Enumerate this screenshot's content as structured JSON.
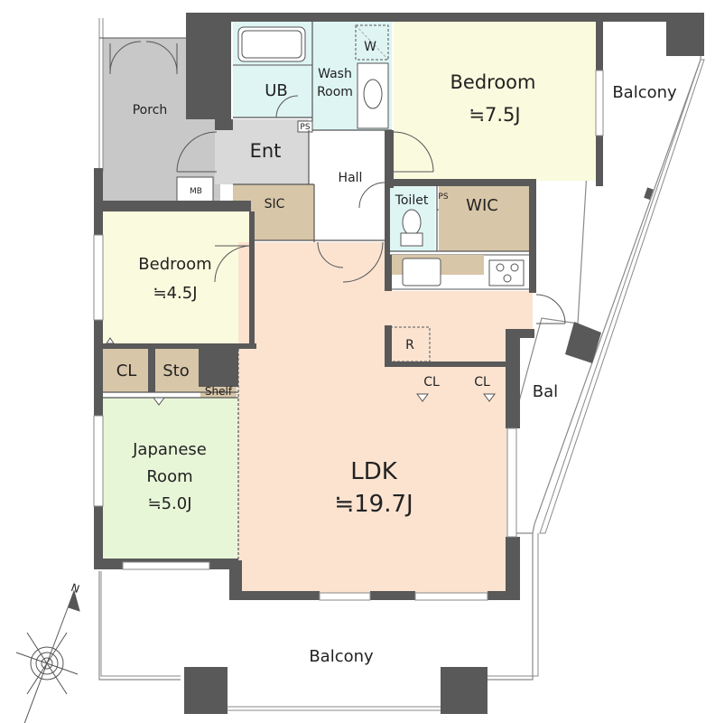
{
  "colors": {
    "wall": "#595959",
    "bedroom": "#fafade",
    "japanese_room": "#e8f6d8",
    "ldk": "#fbe3d0",
    "wet_area": "#def5f3",
    "storage": "#d8c6a8",
    "porch": "#c8c8c8",
    "entry": "#d9d9d9",
    "balcony_outline": "#8a8a8a"
  },
  "rooms": {
    "porch": "Porch",
    "mb": "MB",
    "ub": "UB",
    "wash_line1": "Wash",
    "wash_line2": "Room",
    "w": "W",
    "ps1": "PS",
    "ent": "Ent",
    "hall": "Hall",
    "sic": "SIC",
    "toilet": "Toilet",
    "ps2": "PS",
    "wic": "WIC",
    "bedroom_large": "Bedroom",
    "bedroom_large_size": "≒7.5J",
    "bedroom_small": "Bedroom",
    "bedroom_small_size": "≒4.5J",
    "cl1": "CL",
    "sto": "Sto",
    "shelf": "Shelf",
    "japanese_line1": "Japanese",
    "japanese_line2": "Room",
    "japanese_size": "≒5.0J",
    "ldk": "LDK",
    "ldk_size": "≒19.7J",
    "r": "R",
    "cl2": "CL",
    "cl3": "CL",
    "bal": "Bal",
    "balcony_east": "Balcony",
    "balcony_south": "Balcony",
    "north": "N"
  }
}
